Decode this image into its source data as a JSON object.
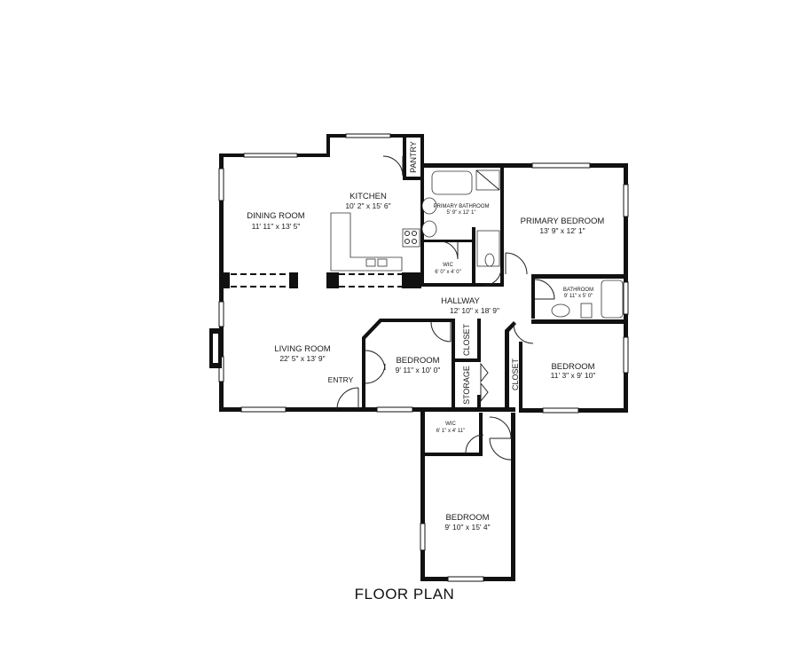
{
  "title": "FLOOR PLAN",
  "rooms": {
    "dining": {
      "name": "DINING ROOM",
      "dim": "11' 11\" x 13' 5\""
    },
    "kitchen": {
      "name": "KITCHEN",
      "dim": "10' 2\" x 15' 6\""
    },
    "pantry": {
      "name": "PANTRY"
    },
    "primary_bath": {
      "name": "PRIMARY BATHROOM",
      "dim": "5' 9\" x 12' 1\""
    },
    "primary_bed": {
      "name": "PRIMARY BEDROOM",
      "dim": "13' 9\" x 12' 1\""
    },
    "wic1": {
      "name": "WIC",
      "dim": "6' 0\" x 4' 0\""
    },
    "hallway": {
      "name": "HALLWAY",
      "dim": "12' 10\" x 18' 9\""
    },
    "bathroom": {
      "name": "BATHROOM",
      "dim": "9' 11\" x 5' 0\""
    },
    "living": {
      "name": "LIVING ROOM",
      "dim": "22' 5\" x 13' 9\""
    },
    "entry": {
      "name": "ENTRY"
    },
    "bedroom_mid": {
      "name": "BEDROOM",
      "dim": "9' 11\" x 10' 0\""
    },
    "closet_mid": {
      "name": "CLOSET"
    },
    "storage": {
      "name": "STORAGE"
    },
    "closet_right": {
      "name": "CLOSET"
    },
    "bedroom_right": {
      "name": "BEDROOM",
      "dim": "11' 3\" x 9' 10\""
    },
    "wic2": {
      "name": "WIC",
      "dim": "6' 1\" x 4' 11\""
    },
    "bedroom_bottom": {
      "name": "BEDROOM",
      "dim": "9' 10\" x 15' 4\""
    }
  }
}
